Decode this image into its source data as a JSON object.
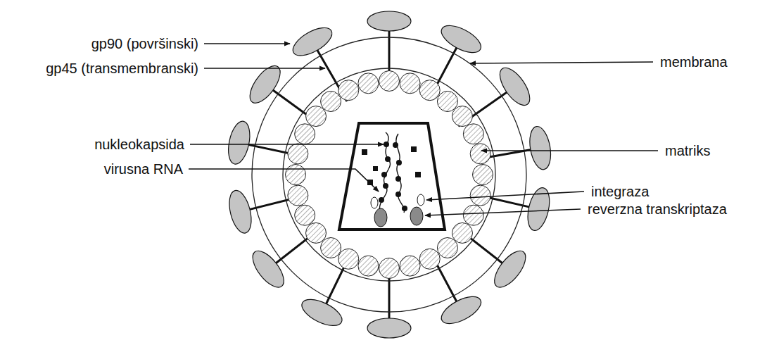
{
  "diagram": {
    "labels": [
      "gp90 (površinski)",
      "gp45 (transmembranski)",
      "membrana",
      "nukleokapsida",
      "matriks",
      "virusna RNA",
      "integraza",
      "reverzna transkriptaza"
    ]
  }
}
